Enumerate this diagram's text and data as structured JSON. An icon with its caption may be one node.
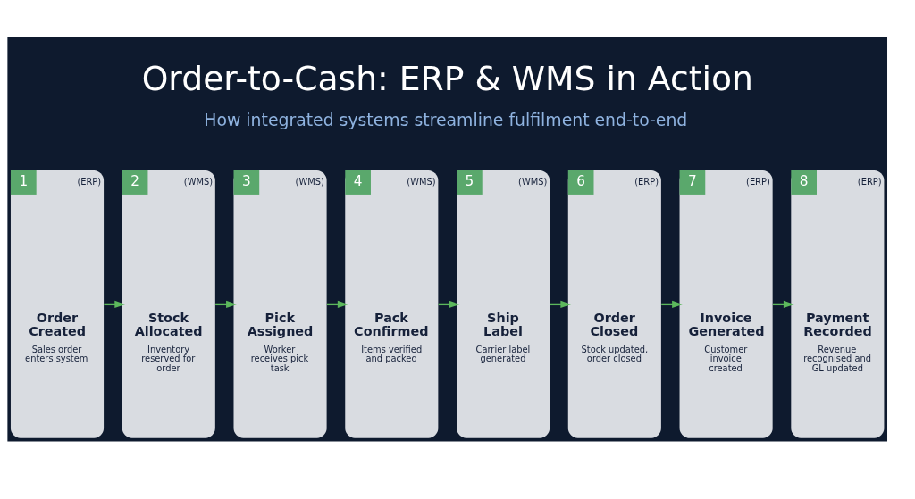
{
  "diagram": {
    "title": "Order-to-Cash: ERP & WMS in Action",
    "caption": "How integrated systems streamline fulfilment end-to-end",
    "nodes": [
      {
        "text": [
          "1",
          "(ERP)",
          "Order Created",
          "Sales order enters system"
        ]
      },
      {
        "text": [
          "2",
          "(WMS)",
          "Stock Allocated",
          "Inventory reserved for order"
        ]
      },
      {
        "text": [
          "3",
          "(WMS)",
          "Pick Assigned",
          "Worker receives pick task"
        ]
      },
      {
        "text": [
          "4",
          "(WMS)",
          "Pack Confirmed",
          "Items verified and packed"
        ]
      },
      {
        "text": [
          "5",
          "(WMS)",
          "Ship Label",
          "Carrier label generated"
        ]
      },
      {
        "text": [
          "6",
          "(ERP)",
          "Order Closed",
          "Stock updated, order closed"
        ]
      },
      {
        "text": [
          "7",
          "(ERP)",
          "Invoice Generated",
          "Customer invoice created"
        ]
      },
      {
        "text": [
          "8",
          "(ERP)",
          "Payment Recorded",
          "Revenue recognised and GL updated"
        ]
      }
    ],
    "edges": [
      {
        "from": 0,
        "to": 1,
        "arrow": "to"
      },
      {
        "from": 1,
        "to": 2,
        "arrow": "to"
      },
      {
        "from": 2,
        "to": 3,
        "arrow": "to"
      },
      {
        "from": 3,
        "to": 4,
        "arrow": "to"
      },
      {
        "from": 4,
        "to": 5,
        "arrow": "to"
      },
      {
        "from": 5,
        "to": 6,
        "arrow": "to"
      },
      {
        "from": 6,
        "to": 7,
        "arrow": "to"
      }
    ]
  }
}
